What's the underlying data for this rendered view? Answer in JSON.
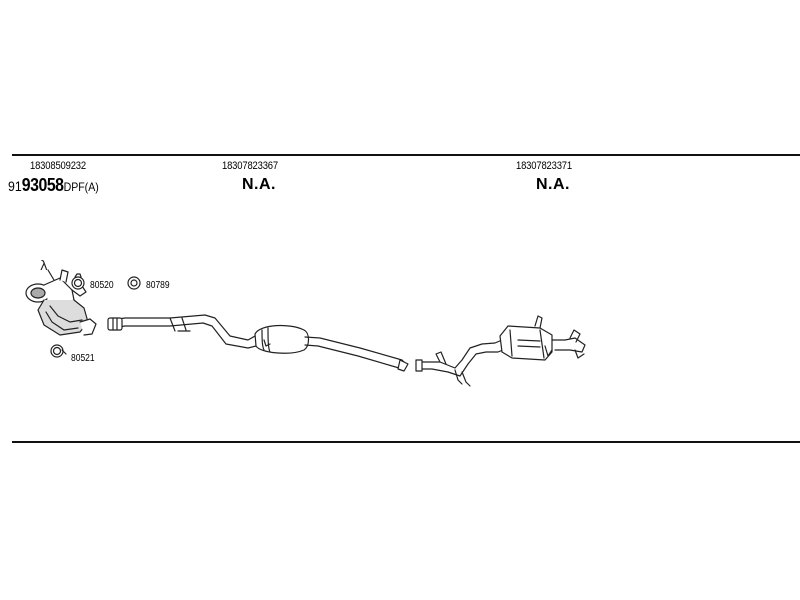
{
  "columns": [
    {
      "part_number": "18308509232"
    },
    {
      "part_number": "18307823367",
      "status": "N.A."
    },
    {
      "part_number": "18307823371",
      "status": "N.A."
    }
  ],
  "kit_code": {
    "prefix": "91",
    "main": "93058",
    "suffix": "DPF(A)"
  },
  "small_parts": [
    {
      "number": "80520"
    },
    {
      "number": "80789"
    },
    {
      "number": "80521"
    }
  ],
  "sensor_symbol": "λ"
}
